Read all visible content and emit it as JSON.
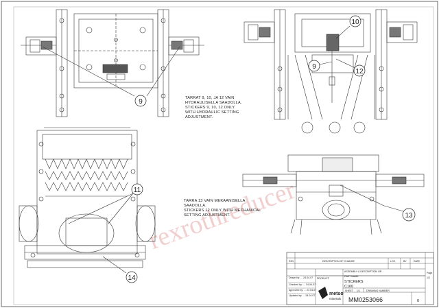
{
  "watermark": "rexrothreducer",
  "notes": {
    "note_fi_hydraulic": [
      "TARRAT 9, 10, JA 12 VAIN",
      "HYDRAULISELLA SAADOLLA.",
      "STICKERS 9, 10, 12 ONLY",
      "WITH HYDRAULIC SETTING",
      "ADJUSTMENT."
    ],
    "note_fi_mechanical": [
      "TARRA 13 VAIN MEKAANISELLA",
      "SAADOLLA.",
      "STICKERS 12 ONLY WITH MECHANICAL",
      "SETTING ADJUSTMENT."
    ]
  },
  "callouts": [
    "9",
    "10",
    "9",
    "12",
    "11",
    "14",
    "13"
  ],
  "title_block": {
    "rev_header": "REV",
    "description_header": "DESCRIPTION OF CHANGE",
    "loc_header": "LOC.",
    "by_header": "BY",
    "date_header": "DATE",
    "part_name_label": "PART NAME",
    "part_name": "STICKERS",
    "model": "C160",
    "drawing_number_label": "DRAWING NUMBER",
    "drawing_number": "MM0253066",
    "sheet_label": "SHEET",
    "sheet_value": "1/1",
    "revision_value": "0",
    "company_name": "metso",
    "company_sub": "minerals",
    "page_label": "Page",
    "page_value": "1/2",
    "drawn_rows": [
      "Drawn by: ... 24.04.07",
      "Checked by: ... 24.04.07",
      "Approved by: ... 24.04.07",
      "Updated by: ... 24.04.07"
    ],
    "assembly_label": "ASSEMBLY & DESCRIPTION OR",
    "product_label": "PRODUCT"
  }
}
